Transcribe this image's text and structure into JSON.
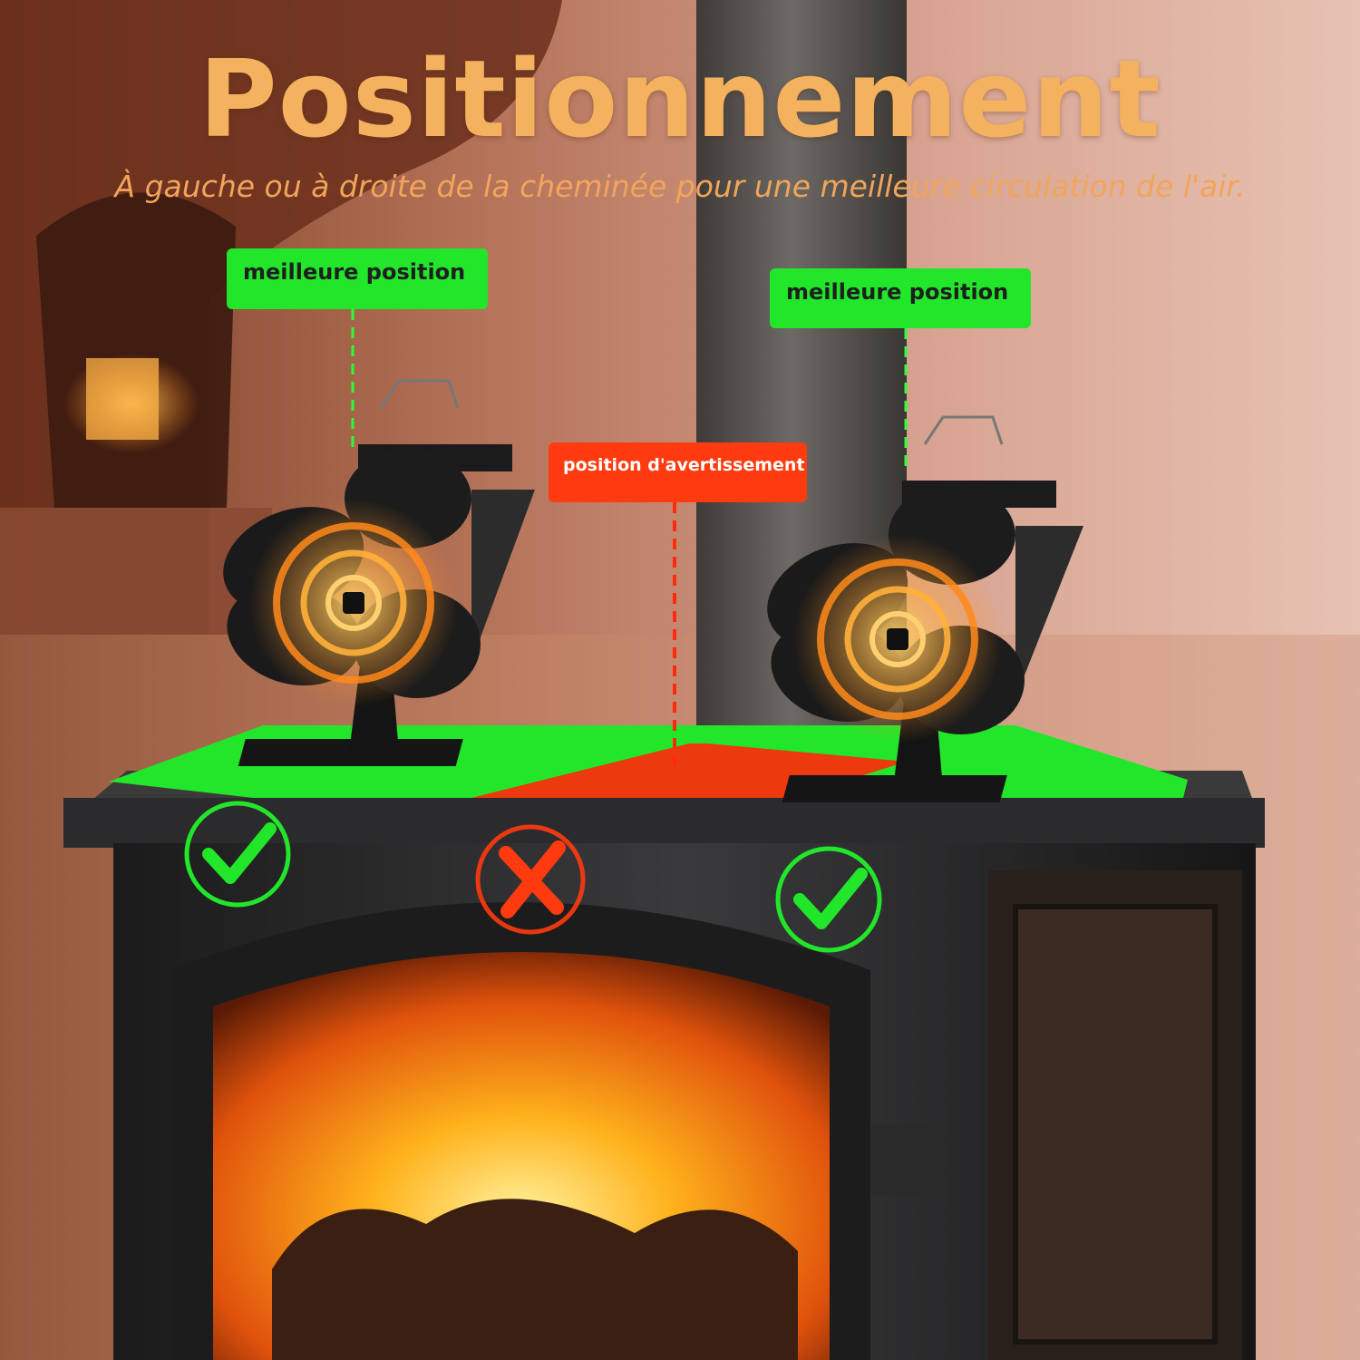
{
  "title": "Positionnement",
  "subtitle": "À gauche ou à droite de la cheminée pour une meilleure circulation de l'air.",
  "labels": {
    "best_left": "meilleure position",
    "best_right": "meilleure position",
    "warning": "position d'avertissement"
  },
  "colors": {
    "good": "#22e62a",
    "warning": "#ff3b0f",
    "title": "#f5b25e"
  },
  "icons": {
    "left": "check-circle-icon",
    "center": "cross-circle-icon",
    "right": "check-circle-icon"
  }
}
